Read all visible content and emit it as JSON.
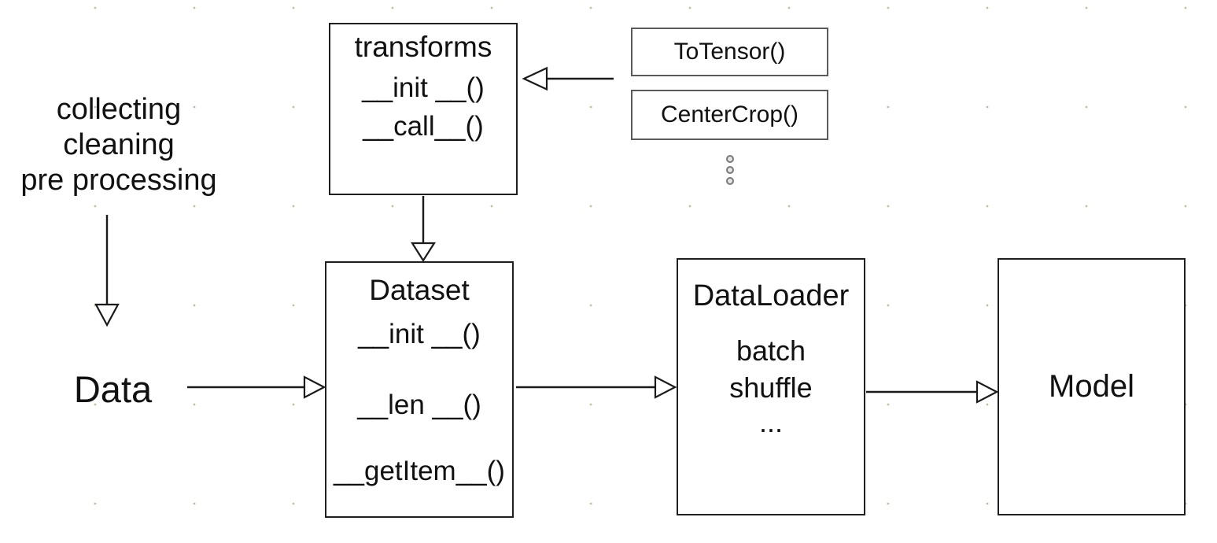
{
  "preprocess": {
    "lines": [
      "collecting",
      "cleaning",
      "pre processing"
    ]
  },
  "data_node": {
    "label": "Data"
  },
  "boxes": {
    "transforms": {
      "title": "transforms",
      "methods": [
        "__init __()",
        "__call__()"
      ]
    },
    "dataset": {
      "title": "Dataset",
      "methods": [
        "__init __()",
        "__len __()",
        "__getItem__()"
      ]
    },
    "dataloader": {
      "title": "DataLoader",
      "params": [
        "batch",
        "shuffle",
        "..."
      ]
    },
    "model": {
      "title": "Model"
    }
  },
  "transform_examples": [
    {
      "label": "ToTensor()"
    },
    {
      "label": "CenterCrop()"
    }
  ],
  "colors": {
    "line": "#1a1a1a",
    "box_border": "#1f1f1f",
    "small_box_border": "#5a5a5a",
    "grid_dot": "#9e9e6c",
    "ellipsis_stroke": "#787878",
    "background": "#ffffff"
  }
}
